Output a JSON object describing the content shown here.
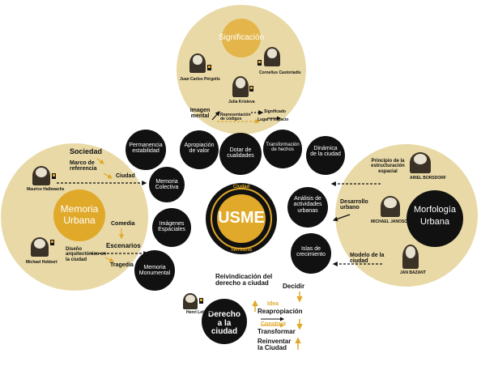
{
  "center": {
    "top": "Ciudad",
    "title": "USME",
    "bottom": "Territorio"
  },
  "significacion": {
    "title": "Significación",
    "people": [
      "Juan Carlos Pérgolis",
      "Cornelius Castoriadis",
      "Julia Kristeva"
    ],
    "concepts": [
      "Imagen mental",
      "Representación de códigos",
      "Significado",
      "Lugar o espacio"
    ]
  },
  "memoria": {
    "title_line1": "Memoria",
    "title_line2": "Urbana",
    "people": [
      "Maurice Halbwachs",
      "Michael Hebbert"
    ],
    "concepts": [
      "Sociedad",
      "Marco de referencia",
      "Ciudad",
      "Comedia",
      "Escenarios",
      "Diseño arquitectónico en la ciudad",
      "Tragedia"
    ]
  },
  "morfologia": {
    "title_line1": "Morfología",
    "title_line2": "Urbana",
    "people": [
      "ARIEL BORSDORF",
      "MICHAEL JANOSCHKA",
      "JAN BAZANT"
    ],
    "concepts": [
      "Principio de la estructuración espacial",
      "Desarrollo urbano",
      "Modelo de la ciudad"
    ]
  },
  "nodes": {
    "apropiacion": "Apropiación de valor",
    "dotar": "Dotar de cualidades",
    "transformacion": "Transformación de hechos",
    "permanencia": "Permanencia estabilidad",
    "memoria_colectiva": "Memoria Colectiva",
    "imagenes": "Imágenes Espaciales",
    "memoria_monumental": "Memoria Monumental",
    "dinamica": "Dinámica de la ciudad",
    "analisis": "Análisis de actividades urbanas",
    "islas": "Islas de crecimiento",
    "derecho": "Derecho a la ciudad"
  },
  "derecho": {
    "person": "Henri Lefebvre",
    "items": [
      "Reivindicación del derecho a ciudad",
      "Decidir",
      "Idea",
      "Reapropiación",
      "Construir",
      "Transformar",
      "Reinventar la Ciudad"
    ]
  },
  "colors": {
    "circle": "#e9d9a6",
    "ring": "#e3c88b",
    "node": "#111111",
    "accent": "#e0a92a"
  }
}
